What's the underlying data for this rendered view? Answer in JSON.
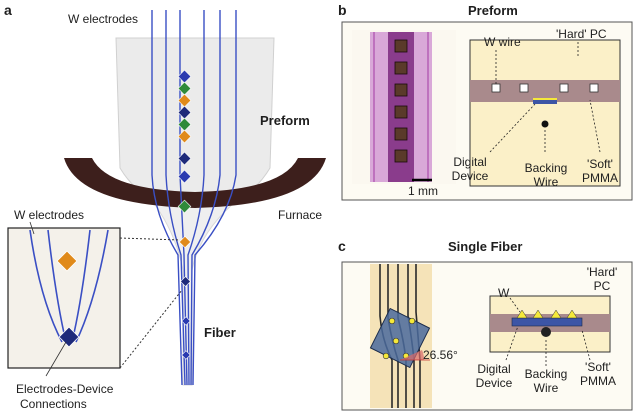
{
  "panel_a": {
    "letter": "a",
    "w_electrodes_top": "W electrodes",
    "preform": "Preform",
    "furnace": "Furnace",
    "fiber": "Fiber",
    "inset_w_electrodes": "W electrodes",
    "connections_line1": "Electrodes-Device",
    "connections_line2": "Connections"
  },
  "panel_b": {
    "letter": "b",
    "title": "Preform",
    "scale_bar": "1 mm",
    "hard_pc": "'Hard' PC",
    "w_wire": "W wire",
    "digital_device_1": "Digital",
    "digital_device_2": "Device",
    "backing_wire_1": "Backing",
    "backing_wire_2": "Wire",
    "soft_pmma_1": "'Soft'",
    "soft_pmma_2": "PMMA"
  },
  "panel_c": {
    "letter": "c",
    "title": "Single Fiber",
    "angle": "26.56°",
    "hard_pc_1": "'Hard'",
    "hard_pc_2": "PC",
    "w": "W",
    "digital_device_1": "Digital",
    "digital_device_2": "Device",
    "backing_wire_1": "Backing",
    "backing_wire_2": "Wire",
    "soft_pmma_1": "'Soft'",
    "soft_pmma_2": "PMMA"
  },
  "colors": {
    "electrode_blue": "#3a4fc4",
    "furnace_brown": "#3d1f1c",
    "pc_cream": "#fbf0c8",
    "pmma_mauve": "#a98a8c",
    "device_blue": "#3c55a6",
    "die_orange": "#e08a1a",
    "die_green": "#2f8a3a",
    "wire_yellow": "#f5e93a"
  }
}
